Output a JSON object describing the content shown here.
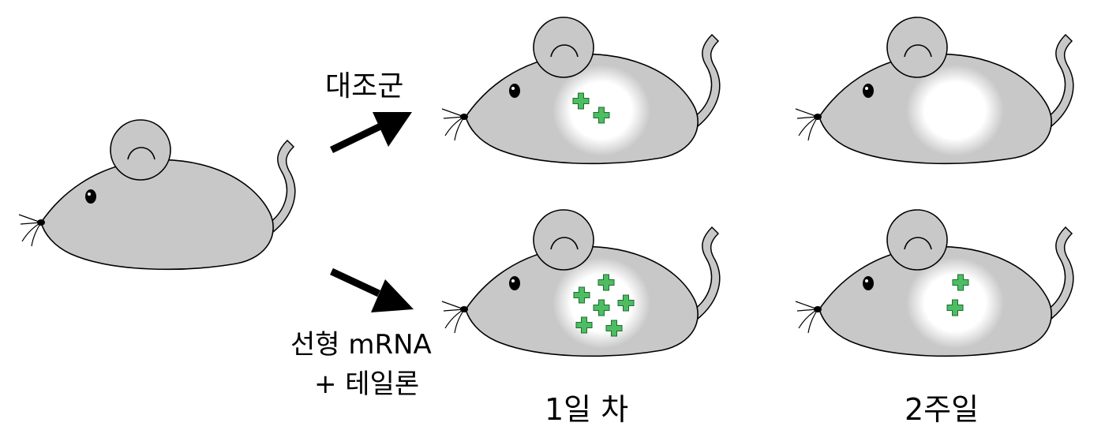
{
  "labels": {
    "control": "대조군",
    "treatment_line1": "선형 mRNA",
    "treatment_line2": "+ 테일론",
    "day1": "1일 차",
    "week2": "2주일"
  },
  "colors": {
    "mouse_body": "#c8c8c8",
    "outline": "#000000",
    "injection_site": "#ffffff",
    "signal": "#4dbd63",
    "signal_outline": "#1f6b30"
  },
  "icons": [
    "mouse-icon",
    "arrow-icon",
    "plus-signal-icon"
  ],
  "signal_counts": {
    "control_day1": 2,
    "control_week2": 0,
    "treatment_day1": 6,
    "treatment_week2": 2
  }
}
